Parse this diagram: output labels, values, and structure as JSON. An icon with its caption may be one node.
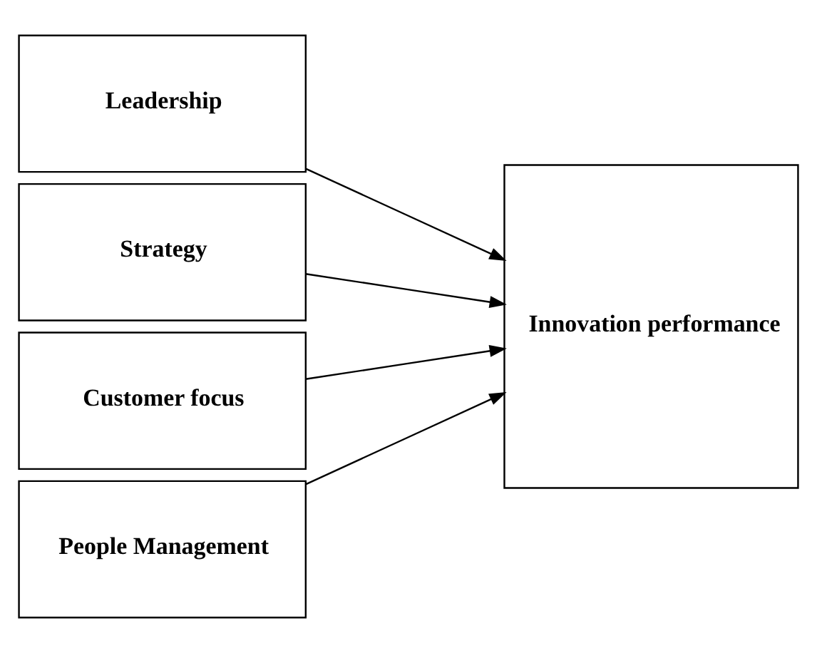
{
  "diagram": {
    "nodes": [
      {
        "text": [
          "Leadership"
        ]
      },
      {
        "text": [
          "Strategy"
        ]
      },
      {
        "text": [
          "Customer focus"
        ]
      },
      {
        "text": [
          "People Management"
        ]
      },
      {
        "text": [
          "Innovation performance"
        ]
      }
    ],
    "edges": [
      {
        "from": 0,
        "to": 4,
        "arrow": "to"
      },
      {
        "from": 1,
        "to": 4,
        "arrow": "to"
      },
      {
        "from": 2,
        "to": 4,
        "arrow": "to"
      },
      {
        "from": 3,
        "to": 4,
        "arrow": "to"
      }
    ]
  }
}
